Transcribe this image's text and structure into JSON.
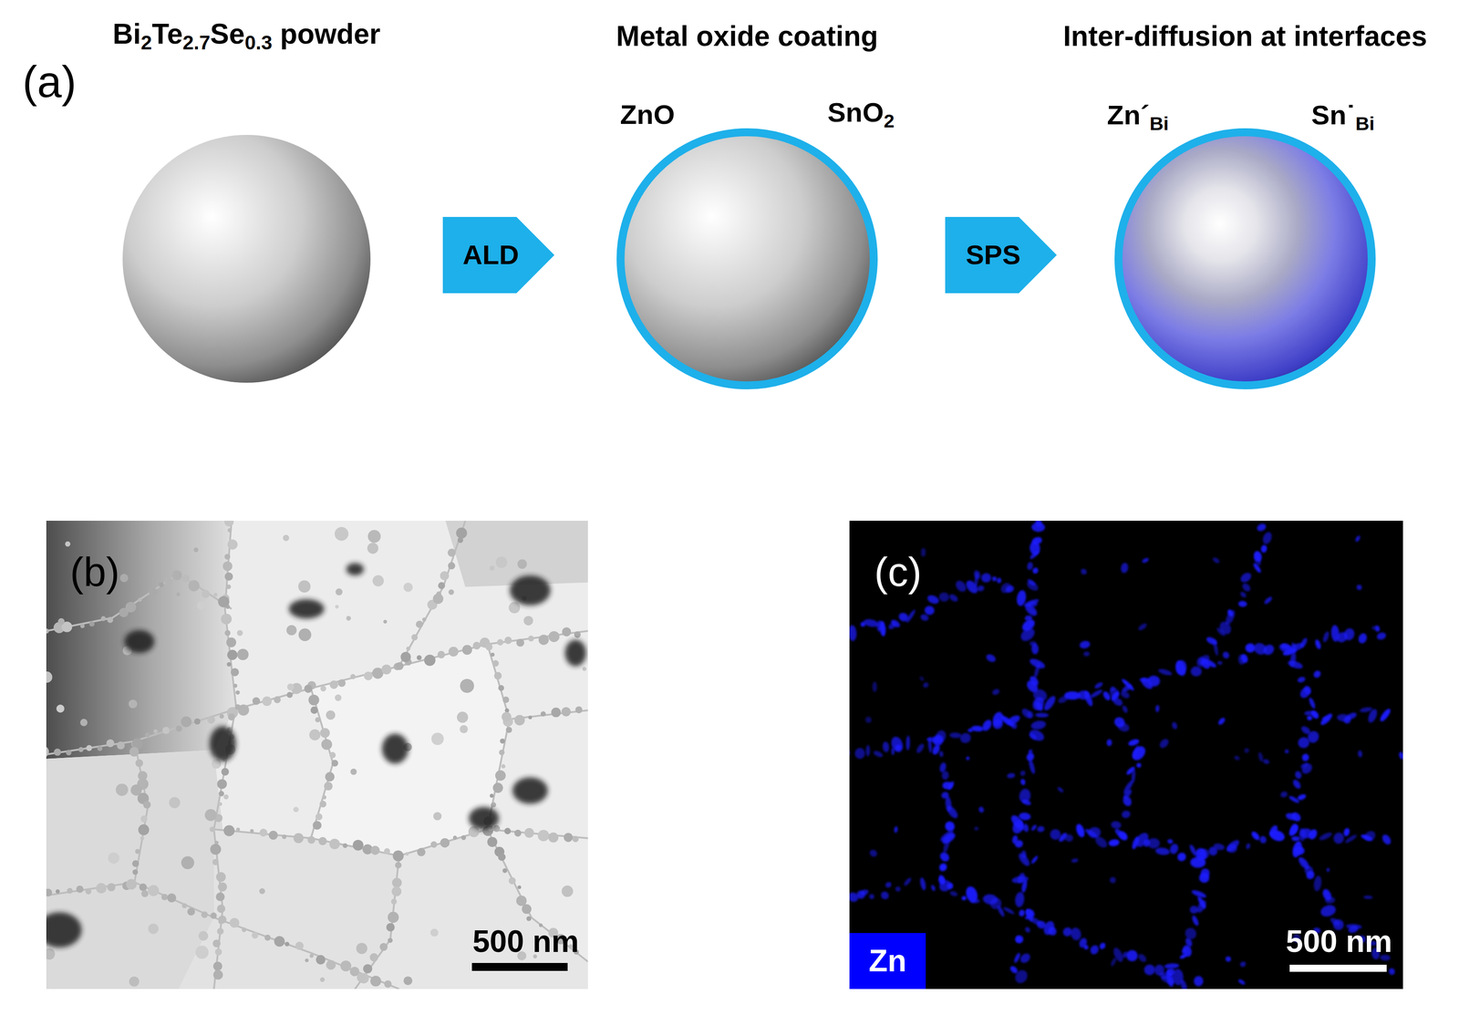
{
  "diagram": {
    "nodes": [
      {
        "text": [
          "ALD"
        ]
      },
      {
        "text": [
          "SPS"
        ]
      },
      {
        "text": [
          "Zn"
        ]
      }
    ],
    "labels": [
      "(a)",
      "Bi2Te2.7Se0.3 powder",
      "Metal oxide coating",
      "Inter-diffusion at interfaces",
      "ZnO",
      "SnO2",
      "Zn´Bi",
      "Sn˙Bi",
      "(b)",
      "500 nm",
      "(c)",
      "500 nm"
    ]
  }
}
